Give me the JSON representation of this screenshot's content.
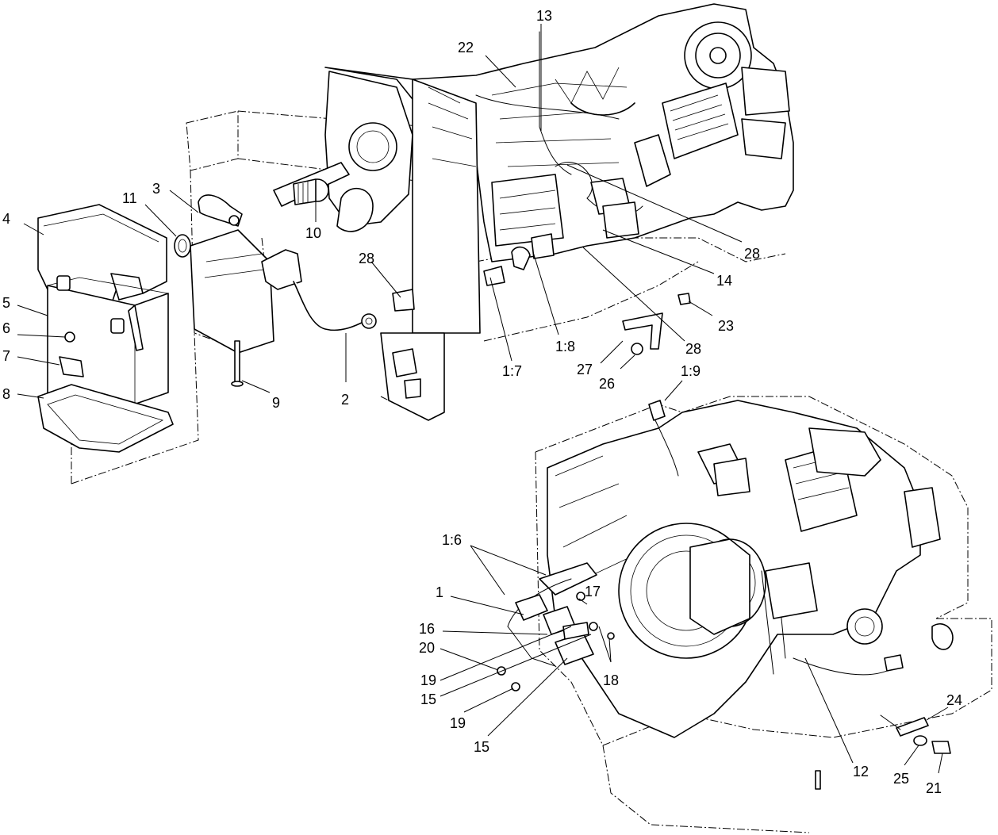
{
  "figure": {
    "callouts": [
      {
        "id": "c13a",
        "text": "13"
      },
      {
        "id": "c22",
        "text": "22"
      },
      {
        "id": "c3",
        "text": "3"
      },
      {
        "id": "c11",
        "text": "11"
      },
      {
        "id": "c4",
        "text": "4"
      },
      {
        "id": "c10",
        "text": "10"
      },
      {
        "id": "c28a",
        "text": "28"
      },
      {
        "id": "c28b",
        "text": "28"
      },
      {
        "id": "c14",
        "text": "14"
      },
      {
        "id": "c5",
        "text": "5"
      },
      {
        "id": "c6",
        "text": "6"
      },
      {
        "id": "c7",
        "text": "7"
      },
      {
        "id": "c8",
        "text": "8"
      },
      {
        "id": "c9",
        "text": "9"
      },
      {
        "id": "c2",
        "text": "2"
      },
      {
        "id": "c1_7",
        "text": "1:7"
      },
      {
        "id": "c1_8",
        "text": "1:8"
      },
      {
        "id": "c23",
        "text": "23"
      },
      {
        "id": "c28c",
        "text": "28"
      },
      {
        "id": "c27",
        "text": "27"
      },
      {
        "id": "c26",
        "text": "26"
      },
      {
        "id": "c1_9",
        "text": "1:9"
      },
      {
        "id": "c1_6",
        "text": "1:6"
      },
      {
        "id": "c1",
        "text": "1"
      },
      {
        "id": "c17",
        "text": "17"
      },
      {
        "id": "c16",
        "text": "16"
      },
      {
        "id": "c20",
        "text": "20"
      },
      {
        "id": "c19a",
        "text": "19"
      },
      {
        "id": "c18",
        "text": "18"
      },
      {
        "id": "c15a",
        "text": "15"
      },
      {
        "id": "c19b",
        "text": "19"
      },
      {
        "id": "c15b",
        "text": "15"
      },
      {
        "id": "c24",
        "text": "24"
      },
      {
        "id": "c12",
        "text": "12"
      },
      {
        "id": "c25",
        "text": "25"
      },
      {
        "id": "c21",
        "text": "21"
      }
    ]
  }
}
